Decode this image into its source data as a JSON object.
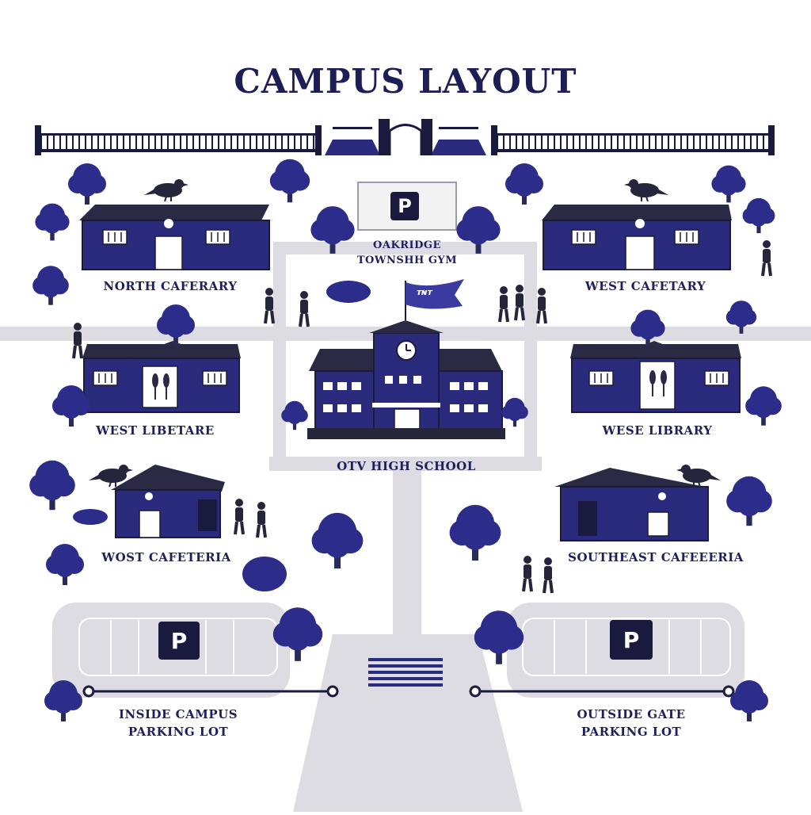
{
  "title": "CAMPUS LAYOUT",
  "colors": {
    "building": "#2b2b7e",
    "roof": "#2a2a45",
    "tree": "#2c2c8a",
    "road": "#dcdce2",
    "text": "#1f1f5e"
  },
  "buildings": {
    "north_cafeteria": "NORTH CAFERARY",
    "west_cafetary": "WEST CAFETARY",
    "west_libetare": "WEST LIBETARE",
    "wese_library": "WESE LIBRARY",
    "high_school": "OTV HIGH SCHOOL",
    "wost_cafeteria": "WOST CAFETERIA",
    "southeast_cafeteria": "SOUTHEAST CAFEEERIA"
  },
  "gym": {
    "line1": "OAKRIDGE",
    "line2": "TOWNSHH GYM",
    "sign": "P"
  },
  "flag_text": "ᴛɴᴛ",
  "parking": {
    "inside_line1": "INSIDE CAMPUS",
    "inside_line2": "PARKING LOT",
    "outside_line1": "OUTSIDE GATE",
    "outside_line2": "PARKING LOT",
    "sign": "P"
  },
  "icons": [
    "bird-icon",
    "tree-icon",
    "person-icon",
    "parking-icon",
    "clock-icon",
    "flag-icon",
    "fence-icon",
    "gate-icon"
  ]
}
